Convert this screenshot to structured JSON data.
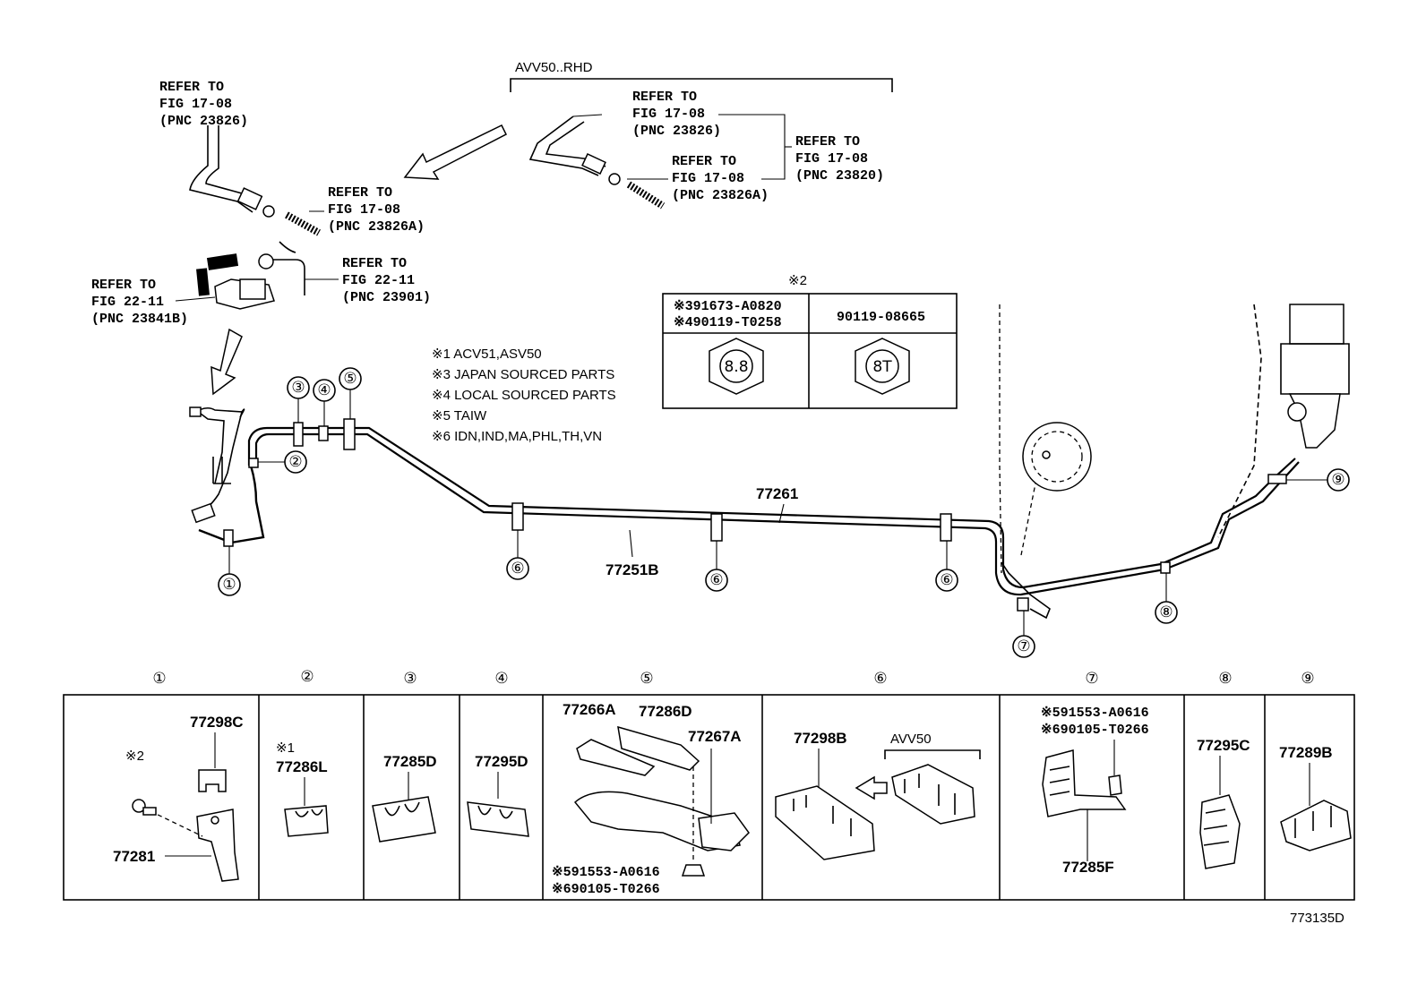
{
  "refs": {
    "top_left_hose": [
      "REFER TO",
      "FIG 17-08",
      "(PNC 23826)"
    ],
    "top_left_clamp": [
      "REFER TO",
      "FIG 17-08",
      "(PNC 23826A)"
    ],
    "left_union": [
      "REFER TO",
      "FIG 22-11",
      "(PNC 23841B)"
    ],
    "left_pipe": [
      "REFER TO",
      "FIG 22-11",
      "(PNC 23901)"
    ],
    "rhd_hose": [
      "REFER TO",
      "FIG 17-08",
      "(PNC 23826)"
    ],
    "rhd_clamp": [
      "REFER TO",
      "FIG 17-08",
      "(PNC 23826A)"
    ],
    "rhd_right": [
      "REFER TO",
      "FIG 17-08",
      "(PNC 23820)"
    ]
  },
  "variant_label": "AVV50..RHD",
  "notes": [
    "※1 ACV51,ASV50",
    "※3 JAPAN SOURCED PARTS",
    "※4 LOCAL SOURCED PARTS",
    "※5 TAIW",
    "※6 IDN,IND,MA,PHL,TH,VN"
  ],
  "bolt_table": {
    "header": "※2",
    "left_parts": [
      "※391673-A0820",
      "※490119-T0258"
    ],
    "right_part": "90119-08665",
    "left_grade": "8.8",
    "right_grade": "8T"
  },
  "main_parts": {
    "upper_pipe": "77261",
    "lower_pipe": "77251B"
  },
  "callouts": [
    "①",
    "②",
    "③",
    "④",
    "⑤",
    "⑥",
    "⑦",
    "⑧",
    "⑨"
  ],
  "detail_boxes": {
    "b1": {
      "num": "①",
      "note": "※2",
      "p1": "77298C",
      "p2": "77281"
    },
    "b2": {
      "num": "②",
      "note": "※1",
      "p1": "77286L"
    },
    "b3": {
      "num": "③",
      "p1": "77285D"
    },
    "b4": {
      "num": "④",
      "p1": "77295D"
    },
    "b5": {
      "num": "⑤",
      "p1": "77266A",
      "p2": "77286D",
      "p3": "77267A",
      "bolts": [
        "※591553-A0616",
        "※690105-T0266"
      ]
    },
    "b6": {
      "num": "⑥",
      "p1": "77298B",
      "variant": "AVV50"
    },
    "b7": {
      "num": "⑦",
      "bolts": [
        "※591553-A0616",
        "※690105-T0266"
      ],
      "p1": "77285F"
    },
    "b8": {
      "num": "⑧",
      "p1": "77295C"
    },
    "b9": {
      "num": "⑨",
      "p1": "77289B"
    }
  },
  "figure_id": "773135D"
}
